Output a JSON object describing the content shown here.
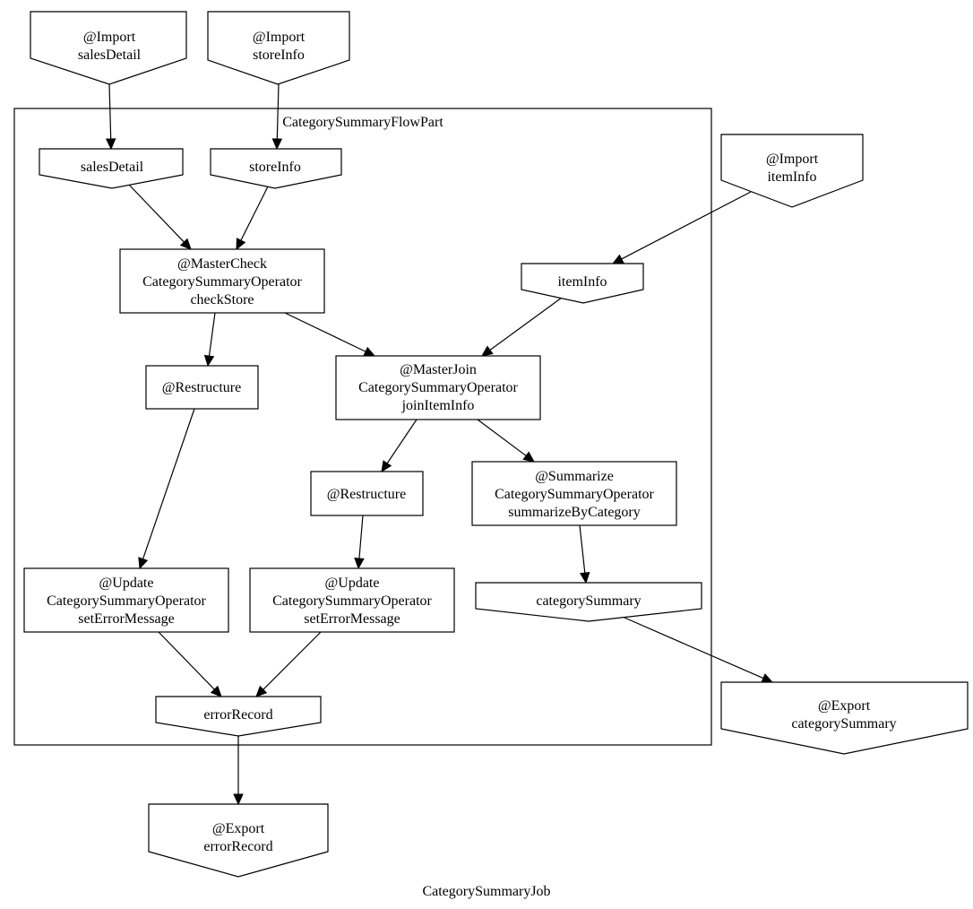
{
  "graph_label": "CategorySummaryJob",
  "cluster_label": "CategorySummaryFlowPart",
  "nodes": {
    "import_sales": [
      "@Import",
      "salesDetail"
    ],
    "import_store": [
      "@Import",
      "storeInfo"
    ],
    "import_item": [
      "@Import",
      "itemInfo"
    ],
    "in_sales": [
      "salesDetail"
    ],
    "in_store": [
      "storeInfo"
    ],
    "in_item": [
      "itemInfo"
    ],
    "master_check": [
      "@MasterCheck",
      "CategorySummaryOperator",
      "checkStore"
    ],
    "master_join": [
      "@MasterJoin",
      "CategorySummaryOperator",
      "joinItemInfo"
    ],
    "restructure_1": [
      "@Restructure"
    ],
    "restructure_2": [
      "@Restructure"
    ],
    "summarize": [
      "@Summarize",
      "CategorySummaryOperator",
      "summarizeByCategory"
    ],
    "update_1": [
      "@Update",
      "CategorySummaryOperator",
      "setErrorMessage"
    ],
    "update_2": [
      "@Update",
      "CategorySummaryOperator",
      "setErrorMessage"
    ],
    "out_category": [
      "categorySummary"
    ],
    "out_error": [
      "errorRecord"
    ],
    "export_category": [
      "@Export",
      "categorySummary"
    ],
    "export_error": [
      "@Export",
      "errorRecord"
    ]
  },
  "edges": [
    [
      "import_sales",
      "in_sales"
    ],
    [
      "import_store",
      "in_store"
    ],
    [
      "import_item",
      "in_item"
    ],
    [
      "in_sales",
      "master_check"
    ],
    [
      "in_store",
      "master_check"
    ],
    [
      "master_check",
      "restructure_1"
    ],
    [
      "master_check",
      "master_join"
    ],
    [
      "in_item",
      "master_join"
    ],
    [
      "master_join",
      "restructure_2"
    ],
    [
      "master_join",
      "summarize"
    ],
    [
      "restructure_1",
      "update_1"
    ],
    [
      "restructure_2",
      "update_2"
    ],
    [
      "summarize",
      "out_category"
    ],
    [
      "update_1",
      "out_error"
    ],
    [
      "update_2",
      "out_error"
    ],
    [
      "out_category",
      "export_category"
    ],
    [
      "out_error",
      "export_error"
    ]
  ]
}
